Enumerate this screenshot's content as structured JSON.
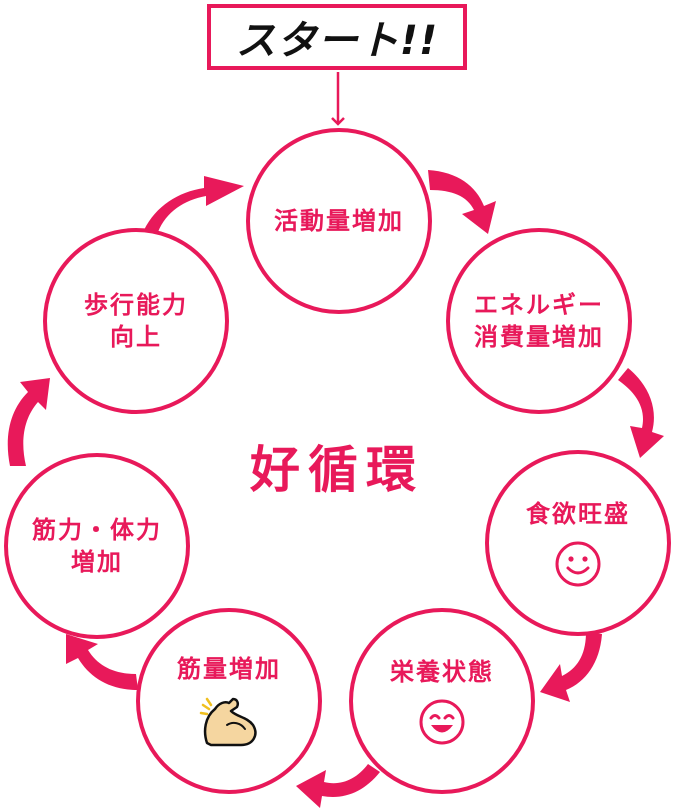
{
  "start": {
    "label": "スタート!!"
  },
  "cycle": {
    "title": "好循環",
    "nodes": [
      {
        "label": "活動量増加"
      },
      {
        "label": "エネルギー\n消費量増加"
      },
      {
        "label": "食欲旺盛",
        "icon": "smile-face-icon"
      },
      {
        "label": "栄養状態",
        "icon": "grin-face-icon"
      },
      {
        "label": "筋量増加",
        "icon": "flexed-bicep-icon"
      },
      {
        "label": "筋力・体力\n増加"
      },
      {
        "label": "歩行能力\n向上"
      }
    ]
  },
  "colors": {
    "accent": "#e8195a",
    "text": "#111111",
    "skin": "#f5d6a0"
  }
}
